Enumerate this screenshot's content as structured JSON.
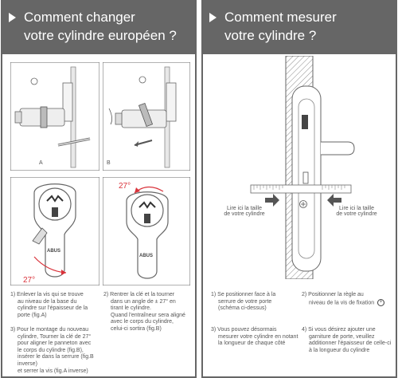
{
  "left": {
    "title_line1": "Comment changer",
    "title_line2": "votre cylindre européen ?",
    "fig_a_label": "A",
    "fig_b_label": "B",
    "angle_label": "27°",
    "brand": "ABUS",
    "step1": [
      "1)  Enlever la vis qui se trouve",
      "au niveau de la base du",
      "cylindre sur l'épaisseur de la",
      "porte (fig.A)"
    ],
    "step2": [
      "2)  Rentrer la clé et la tourner",
      "dans un angle de ± 27° en",
      "tirant le cylindre.",
      "Quand l'entraîneur sera aligné",
      "avec le corps du cylindre,",
      "celui-ci sortira (fig.B)"
    ],
    "step3": [
      "3)  Pour le montage du nouveau",
      "cylindre, Tourner la clé de 27°",
      "pour aligner le panneton avec",
      "le corps du cylindre (fig.B),",
      "insérer le dans la serrure (fig.B inverse)",
      "et serrer la vis (fig.A inverse)"
    ]
  },
  "right": {
    "title_line1": "Comment mesurer",
    "title_line2": "votre cylindre ?",
    "read_left": [
      "Lire ici la taille",
      "de votre cylindre"
    ],
    "read_right": [
      "Lire ici la taille",
      "de votre cylindre"
    ],
    "step1": [
      "1)  Se positionner face à la",
      "serrure de votre porte",
      "(schéma ci-dessus)"
    ],
    "step2": [
      "2)  Positionner la règle au",
      "niveau de la vis de fixation"
    ],
    "step3": [
      "3)  Vous pouvez désormais",
      "mesurer votre cylindre en notant",
      "la longueur de chaque côté"
    ],
    "step4": [
      "4)  Si vous désirez ajouter une",
      "garniture de porte, veuillez",
      "additionner l'épaisseur de celle-ci",
      "à la longueur du cylindre"
    ]
  },
  "colors": {
    "header": "#666666",
    "accent_red": "#d9323a",
    "text": "#555555"
  }
}
